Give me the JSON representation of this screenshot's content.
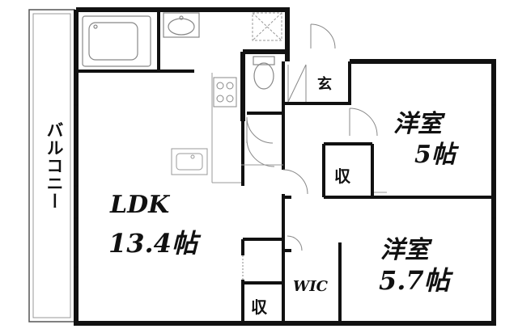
{
  "rooms": {
    "ldk_name": "LDK",
    "ldk_size": "13.4帖",
    "western1_name": "洋室",
    "western1_size": "5帖",
    "western2_name": "洋室",
    "western2_size": "5.7帖",
    "wic": "WIC",
    "storage1": "収",
    "storage2": "収",
    "entrance": "玄",
    "balcony": "バルコニー"
  },
  "colors": {
    "wall": "#111111",
    "background": "#ffffff",
    "fixture": "#999999"
  }
}
